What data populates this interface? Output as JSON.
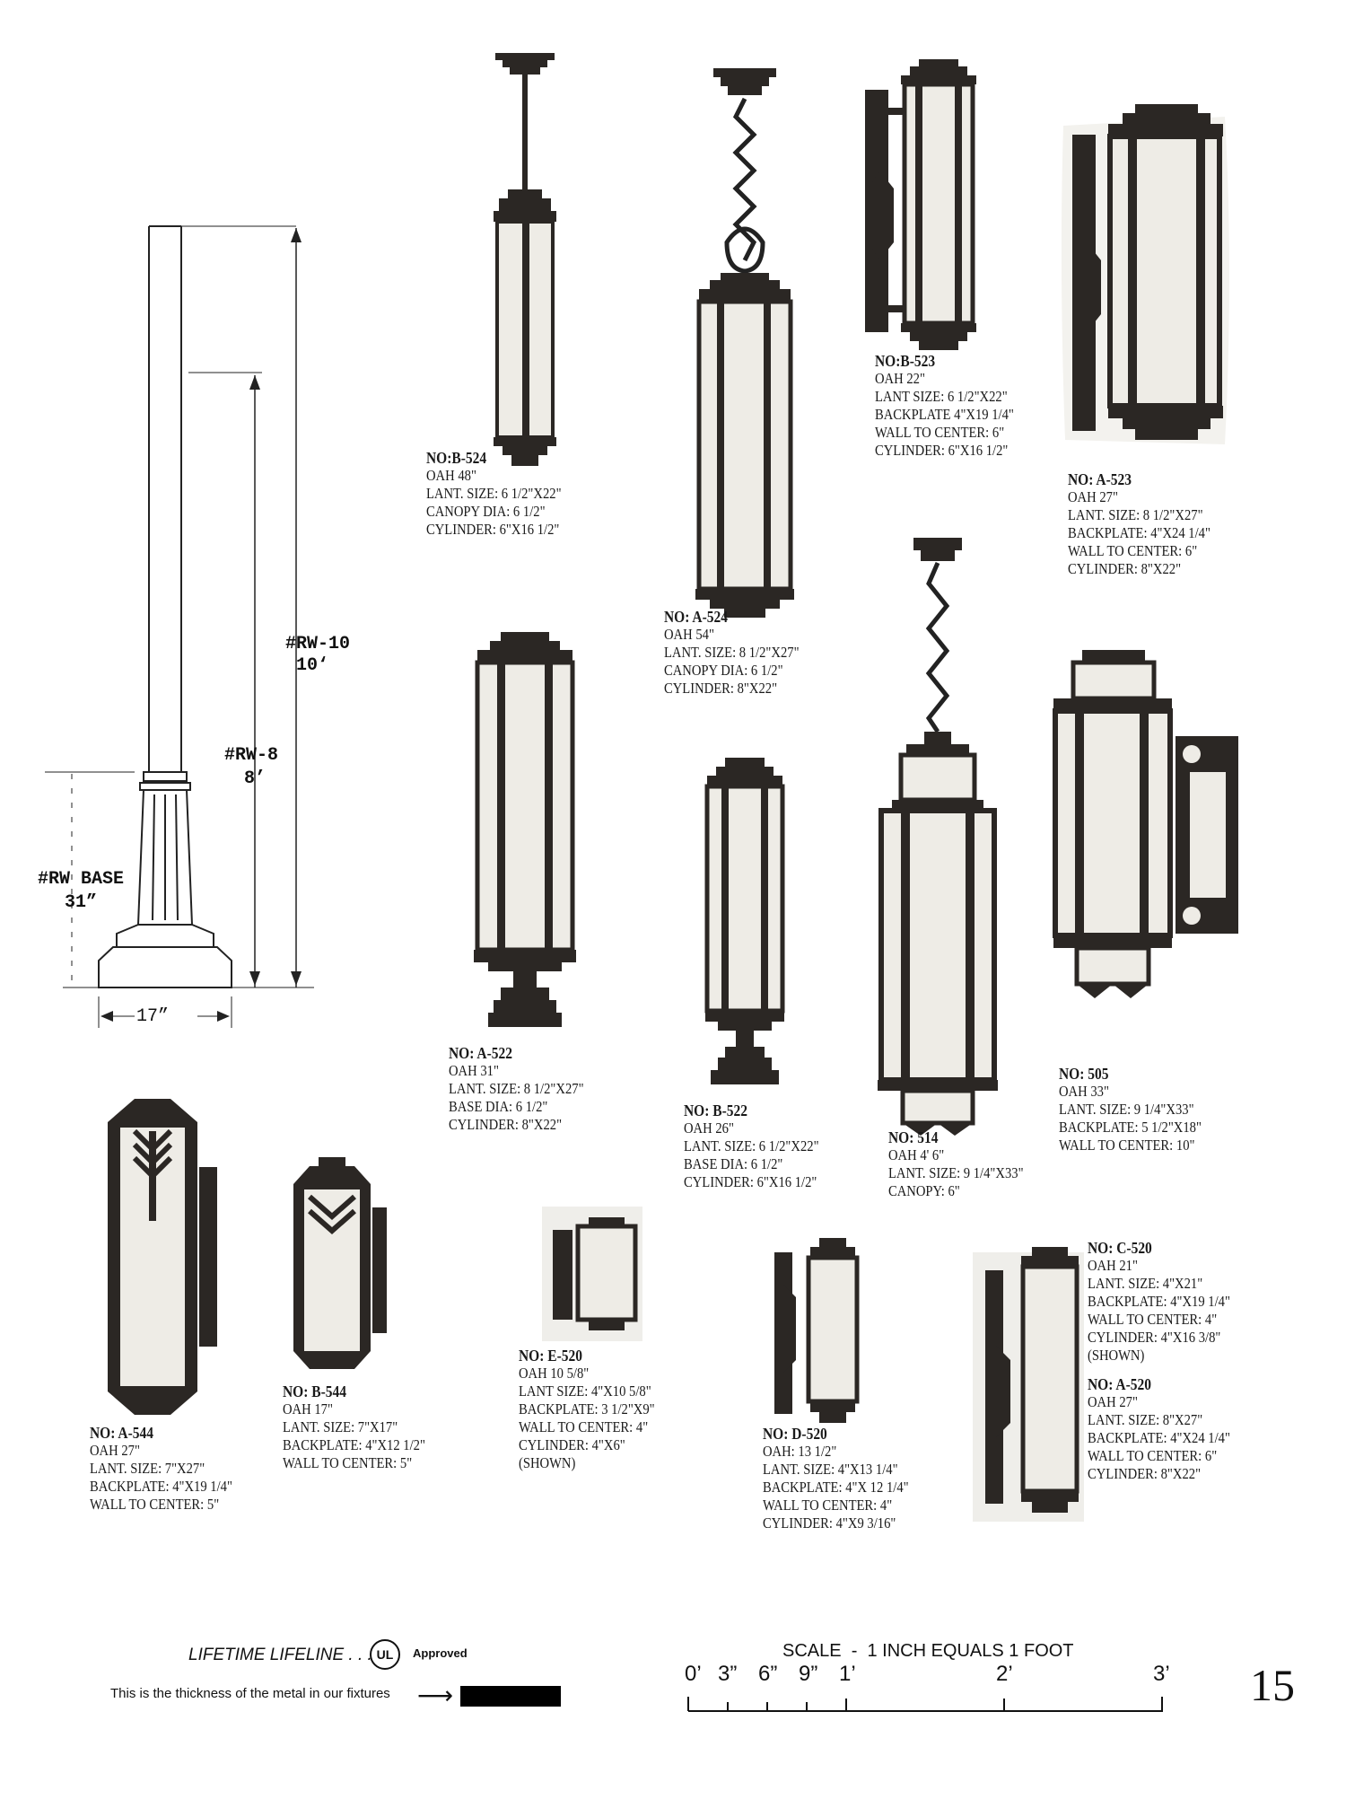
{
  "pole": {
    "rw10_code": "#RW-10",
    "rw10_height": "10‘",
    "rw8_code": "#RW-8",
    "rw8_height": "8’",
    "base_code": "#RW BASE",
    "base_height": "31”",
    "base_width": "17”"
  },
  "fixtures": [
    {
      "title": "NO:B-524",
      "lines": [
        "OAH 48\"",
        "LANT. SIZE: 6 1/2\"X22\"",
        "CANOPY DIA: 6 1/2\"",
        "CYLINDER: 6\"X16 1/2\""
      ]
    },
    {
      "title": "NO: A-524",
      "lines": [
        "OAH 54\"",
        "LANT. SIZE: 8 1/2\"X27\"",
        "CANOPY DIA: 6 1/2\"",
        "CYLINDER: 8\"X22\""
      ]
    },
    {
      "title": "NO:B-523",
      "lines": [
        "OAH 22\"",
        "LANT SIZE: 6 1/2\"X22\"",
        "BACKPLATE 4\"X19 1/4\"",
        "WALL TO CENTER: 6\"",
        "CYLINDER: 6\"X16 1/2\""
      ]
    },
    {
      "title": "NO: A-523",
      "lines": [
        "OAH 27\"",
        "LANT. SIZE: 8 1/2\"X27\"",
        "BACKPLATE: 4\"X24 1/4\"",
        "WALL TO CENTER: 6\"",
        "CYLINDER: 8\"X22\""
      ]
    },
    {
      "title": "NO: A-522",
      "lines": [
        "OAH 31\"",
        "LANT. SIZE: 8 1/2\"X27\"",
        "BASE DIA: 6 1/2\"",
        "CYLINDER: 8\"X22\""
      ]
    },
    {
      "title": "NO: B-522",
      "lines": [
        "OAH 26\"",
        "LANT. SIZE: 6 1/2\"X22\"",
        "BASE DIA: 6 1/2\"",
        "CYLINDER: 6\"X16 1/2\""
      ]
    },
    {
      "title": "NO: 514",
      "lines": [
        "OAH 4' 6\"",
        "LANT. SIZE: 9 1/4\"X33\"",
        "CANOPY: 6\""
      ]
    },
    {
      "title": "NO: 505",
      "lines": [
        "OAH 33\"",
        "LANT. SIZE: 9 1/4\"X33\"",
        "BACKPLATE: 5 1/2\"X18\"",
        "WALL TO CENTER: 10\""
      ]
    },
    {
      "title": "NO: A-544",
      "lines": [
        "OAH 27\"",
        "LANT. SIZE: 7\"X27\"",
        "BACKPLATE: 4\"X19 1/4\"",
        "WALL TO CENTER: 5\""
      ]
    },
    {
      "title": "NO: B-544",
      "lines": [
        "OAH 17\"",
        "LANT. SIZE: 7\"X17\"",
        "BACKPLATE: 4\"X12 1/2\"",
        "WALL TO CENTER: 5\""
      ]
    },
    {
      "title": "NO: E-520",
      "lines": [
        "OAH 10 5/8\"",
        "LANT SIZE: 4\"X10 5/8\"",
        "BACKPLATE: 3 1/2\"X9\"",
        "WALL TO CENTER: 4\"",
        "CYLINDER: 4\"X6\"",
        "(SHOWN)"
      ]
    },
    {
      "title": "NO: D-520",
      "lines": [
        "OAH: 13 1/2\"",
        "LANT. SIZE: 4\"X13 1/4\"",
        "BACKPLATE: 4\"X 12 1/4\"",
        "WALL TO CENTER: 4\"",
        "CYLINDER: 4\"X9 3/16\""
      ]
    },
    {
      "title": "NO: C-520",
      "lines": [
        "OAH 21\"",
        "LANT. SIZE: 4\"X21\"",
        "BACKPLATE: 4\"X19 1/4\"",
        "WALL TO CENTER: 4\"",
        "CYLINDER: 4\"X16 3/8\"",
        "(SHOWN)"
      ]
    },
    {
      "title": "NO: A-520",
      "lines": [
        "OAH 27\"",
        "LANT. SIZE: 8\"X27\"",
        "BACKPLATE: 4\"X24 1/4\"",
        "WALL TO CENTER: 6\"",
        "CYLINDER: 8\"X22\""
      ]
    }
  ],
  "footer": {
    "lifeline": "LIFETIME LIFELINE . . .",
    "ul_mark": "UL",
    "approved": "Approved",
    "thickness_note": "This is the thickness of the metal in our fixtures",
    "scale_title": "SCALE  -  1 INCH EQUALS 1 FOOT",
    "scale_labels": [
      "0’",
      "3”",
      "6”",
      "9”",
      "1’",
      "2’",
      "3’"
    ],
    "page_number": "15"
  }
}
